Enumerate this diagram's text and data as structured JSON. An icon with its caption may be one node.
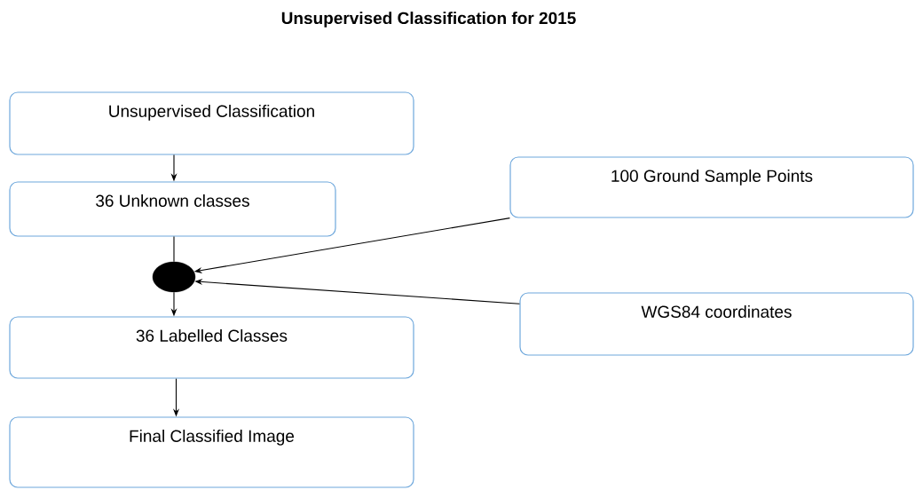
{
  "diagram": {
    "title": "Unsupervised Classification for 2015",
    "nodes": [
      {
        "text": [
          "Unsupervised Classification"
        ]
      },
      {
        "text": [
          "36 Unknown classes"
        ]
      },
      {
        "text": [
          "100 Ground Sample Points"
        ]
      },
      {
        "text": [],
        "shape": "circle"
      },
      {
        "text": [
          "WGS84 coordinates"
        ]
      },
      {
        "text": [
          "36 Labelled Classes"
        ]
      },
      {
        "text": [
          "Final Classified Image"
        ]
      }
    ],
    "edges": [
      {
        "from": 0,
        "to": 1,
        "arrow": "to"
      },
      {
        "from": 1,
        "to": 3,
        "arrow": "none"
      },
      {
        "from": 2,
        "to": 3,
        "arrow": "to"
      },
      {
        "from": 4,
        "to": 3,
        "arrow": "to"
      },
      {
        "from": 3,
        "to": 5,
        "arrow": "to"
      },
      {
        "from": 5,
        "to": 6,
        "arrow": "to"
      }
    ]
  }
}
